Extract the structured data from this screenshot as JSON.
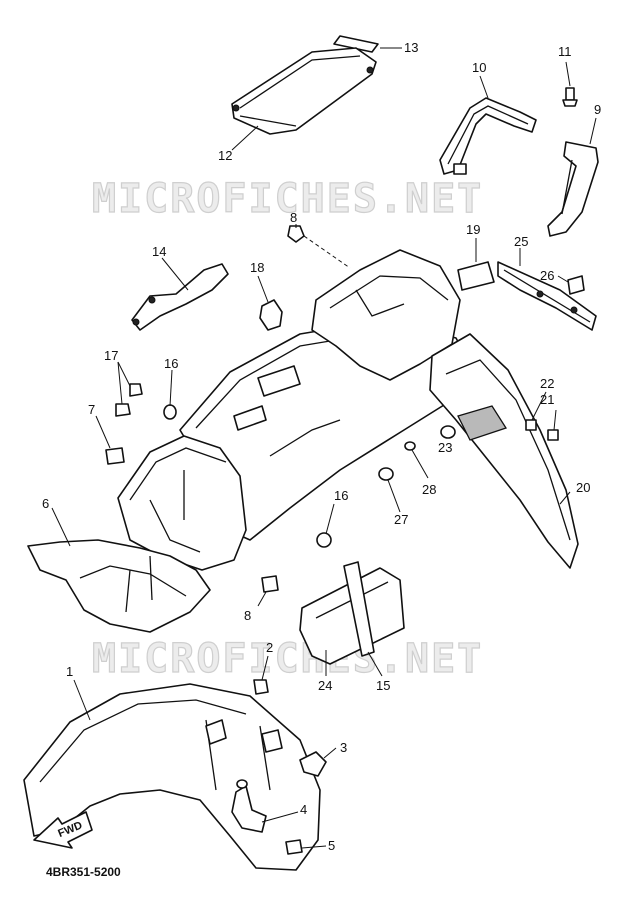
{
  "watermark": {
    "top": "MICROFICHES.NET",
    "bottom": "MICROFICHES.NET"
  },
  "drawing_code": "4BR351-5200",
  "direction_label": "FWD",
  "callouts": [
    {
      "id": "c1",
      "num": "1"
    },
    {
      "id": "c2",
      "num": "2"
    },
    {
      "id": "c3",
      "num": "3"
    },
    {
      "id": "c4",
      "num": "4"
    },
    {
      "id": "c5",
      "num": "5"
    },
    {
      "id": "c6",
      "num": "6"
    },
    {
      "id": "c7",
      "num": "7"
    },
    {
      "id": "c8a",
      "num": "8"
    },
    {
      "id": "c8b",
      "num": "8"
    },
    {
      "id": "c9",
      "num": "9"
    },
    {
      "id": "c10",
      "num": "10"
    },
    {
      "id": "c11",
      "num": "11"
    },
    {
      "id": "c12",
      "num": "12"
    },
    {
      "id": "c13",
      "num": "13"
    },
    {
      "id": "c14",
      "num": "14"
    },
    {
      "id": "c15",
      "num": "15"
    },
    {
      "id": "c16a",
      "num": "16"
    },
    {
      "id": "c16b",
      "num": "16"
    },
    {
      "id": "c17",
      "num": "17"
    },
    {
      "id": "c18",
      "num": "18"
    },
    {
      "id": "c19",
      "num": "19"
    },
    {
      "id": "c20",
      "num": "20"
    },
    {
      "id": "c21",
      "num": "21"
    },
    {
      "id": "c22",
      "num": "22"
    },
    {
      "id": "c23",
      "num": "23"
    },
    {
      "id": "c24",
      "num": "24"
    },
    {
      "id": "c25",
      "num": "25"
    },
    {
      "id": "c26",
      "num": "26"
    },
    {
      "id": "c27",
      "num": "27"
    },
    {
      "id": "c28",
      "num": "28"
    }
  ]
}
